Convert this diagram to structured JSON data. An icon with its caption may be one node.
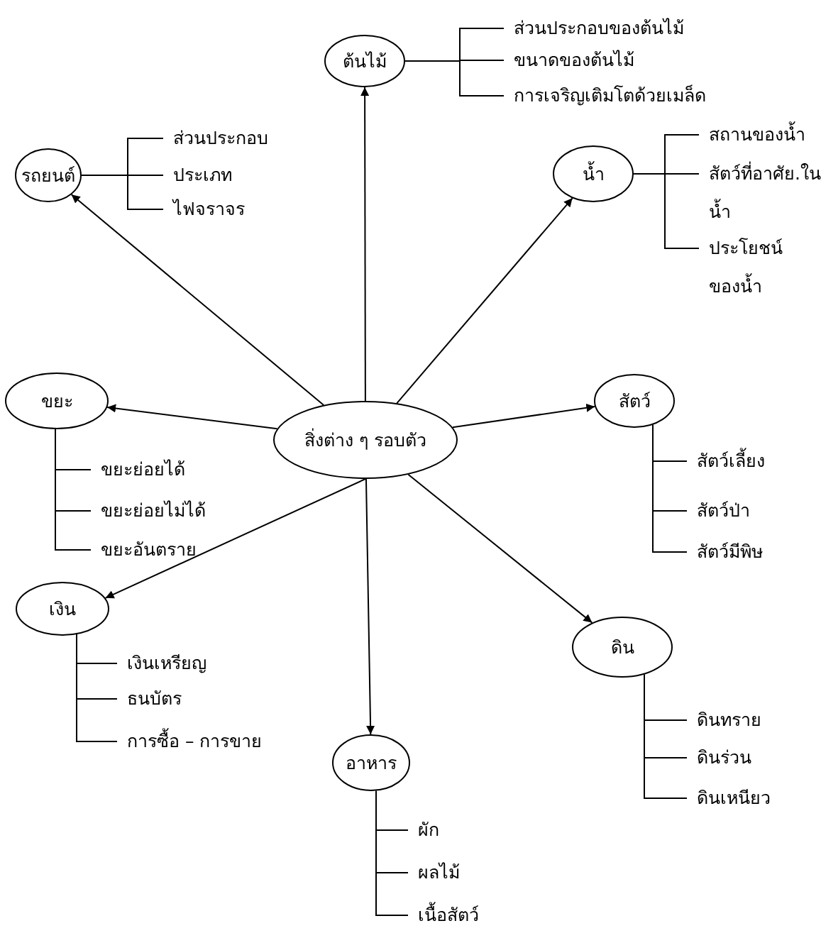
{
  "diagram": {
    "nodes": [
      {
        "text": [
          "สิ่งต่าง ๆ รอบตัว"
        ]
      },
      {
        "text": [
          "ต้นไม้"
        ]
      },
      {
        "text": [
          "ส่วนประกอบของต้นไม้"
        ]
      },
      {
        "text": [
          "ขนาดของต้นไม้"
        ]
      },
      {
        "text": [
          "การเจริญเติมโตด้วยเมล็ด"
        ]
      },
      {
        "text": [
          "รถยนต์"
        ]
      },
      {
        "text": [
          "ส่วนประกอบ"
        ]
      },
      {
        "text": [
          "ประเภท"
        ]
      },
      {
        "text": [
          "ไฟจราจร"
        ]
      },
      {
        "text": [
          "น้ำ"
        ]
      },
      {
        "text": [
          "สถานของน้ำ"
        ]
      },
      {
        "text": [
          "สัตว์ที่อาศัย.ในน้ำ"
        ]
      },
      {
        "text": [
          "ประโยชน์ของน้ำ"
        ]
      },
      {
        "text": [
          "ขยะ"
        ]
      },
      {
        "text": [
          "ขยะย่อยได้"
        ]
      },
      {
        "text": [
          "ขยะย่อยไม่ได้"
        ]
      },
      {
        "text": [
          "ขยะอันตราย"
        ]
      },
      {
        "text": [
          "สัตว์"
        ]
      },
      {
        "text": [
          "สัตว์เลี้ยง"
        ]
      },
      {
        "text": [
          "สัตว์ป่า"
        ]
      },
      {
        "text": [
          "สัตว์มีพิษ"
        ]
      },
      {
        "text": [
          "เงิน"
        ]
      },
      {
        "text": [
          "เงินเหรียญ"
        ]
      },
      {
        "text": [
          "ธนบัตร"
        ]
      },
      {
        "text": [
          "การซื้อ – การขาย"
        ]
      },
      {
        "text": [
          "อาหาร"
        ]
      },
      {
        "text": [
          "ผัก"
        ]
      },
      {
        "text": [
          "ผลไม้"
        ]
      },
      {
        "text": [
          "เนื้อสัตว์"
        ]
      },
      {
        "text": [
          "ดิน"
        ]
      },
      {
        "text": [
          "ดินทราย"
        ]
      },
      {
        "text": [
          "ดินร่วน"
        ]
      },
      {
        "text": [
          "ดินเหนียว"
        ]
      }
    ],
    "edges": [
      {
        "from": 0,
        "to": 1,
        "arrow": "to"
      },
      {
        "from": 0,
        "to": 5,
        "arrow": "to"
      },
      {
        "from": 0,
        "to": 9,
        "arrow": "to"
      },
      {
        "from": 0,
        "to": 13,
        "arrow": "to"
      },
      {
        "from": 0,
        "to": 17,
        "arrow": "to"
      },
      {
        "from": 0,
        "to": 21,
        "arrow": "to"
      },
      {
        "from": 0,
        "to": 25,
        "arrow": "to"
      },
      {
        "from": 0,
        "to": 29,
        "arrow": "to"
      },
      {
        "from": 1,
        "to": 2,
        "arrow": "none"
      },
      {
        "from": 1,
        "to": 3,
        "arrow": "none"
      },
      {
        "from": 1,
        "to": 4,
        "arrow": "none"
      },
      {
        "from": 5,
        "to": 6,
        "arrow": "none"
      },
      {
        "from": 5,
        "to": 7,
        "arrow": "none"
      },
      {
        "from": 5,
        "to": 8,
        "arrow": "none"
      },
      {
        "from": 9,
        "to": 10,
        "arrow": "none"
      },
      {
        "from": 9,
        "to": 11,
        "arrow": "none"
      },
      {
        "from": 9,
        "to": 12,
        "arrow": "none"
      },
      {
        "from": 13,
        "to": 14,
        "arrow": "none"
      },
      {
        "from": 13,
        "to": 15,
        "arrow": "none"
      },
      {
        "from": 13,
        "to": 16,
        "arrow": "none"
      },
      {
        "from": 17,
        "to": 18,
        "arrow": "none"
      },
      {
        "from": 17,
        "to": 19,
        "arrow": "none"
      },
      {
        "from": 17,
        "to": 20,
        "arrow": "none"
      },
      {
        "from": 21,
        "to": 22,
        "arrow": "none"
      },
      {
        "from": 21,
        "to": 23,
        "arrow": "none"
      },
      {
        "from": 21,
        "to": 24,
        "arrow": "none"
      },
      {
        "from": 25,
        "to": 26,
        "arrow": "none"
      },
      {
        "from": 25,
        "to": 27,
        "arrow": "none"
      },
      {
        "from": 25,
        "to": 28,
        "arrow": "none"
      },
      {
        "from": 29,
        "to": 30,
        "arrow": "none"
      },
      {
        "from": 29,
        "to": 31,
        "arrow": "none"
      },
      {
        "from": 29,
        "to": 32,
        "arrow": "none"
      }
    ]
  }
}
